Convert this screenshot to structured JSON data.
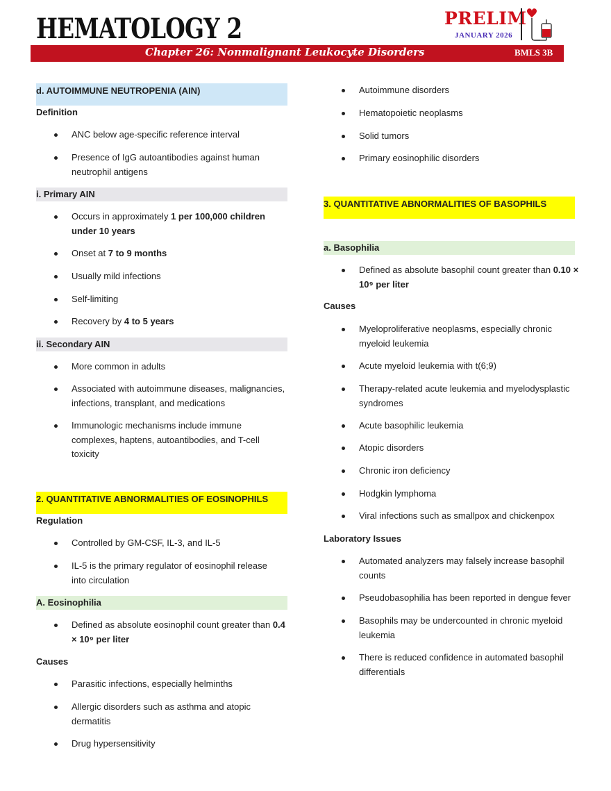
{
  "header": {
    "title": "HEMATOLOGY 2",
    "prelim": "PRELIM",
    "month": "JANUARY 2026",
    "chapter": "Chapter 26: Nonmalignant Leukocyte Disorders",
    "course": "BMLS 3B",
    "logo_icon": "heart-blood-bag-icon",
    "accent_color": "#c1121f"
  },
  "left": {
    "ain_heading": "d. AUTOIMMUNE NEUTROPENIA (AIN)",
    "definition_label": "Definition",
    "definition_items": [
      "ANC below age-specific reference interval",
      "Presence of IgG autoantibodies against human neutrophil antigens"
    ],
    "primary_heading": "i. Primary AIN",
    "primary_items": [
      {
        "pre": "Occurs in approximately ",
        "bold": "1 per 100,000 children under 10 years",
        "post": ""
      },
      {
        "pre": "Onset at ",
        "bold": "7 to 9 months",
        "post": ""
      },
      {
        "pre": "Usually mild infections",
        "bold": "",
        "post": ""
      },
      {
        "pre": "Self-limiting",
        "bold": "",
        "post": ""
      },
      {
        "pre": "Recovery by ",
        "bold": "4 to 5 years",
        "post": ""
      }
    ],
    "secondary_heading": "ii. Secondary AIN",
    "secondary_items": [
      "More common in adults",
      "Associated with autoimmune diseases, malignancies, infections, transplant, and medications",
      "Immunologic mechanisms include immune complexes, haptens, autoantibodies, and T-cell toxicity"
    ],
    "eos_heading": "2. QUANTITATIVE ABNORMALITIES OF EOSINOPHILS",
    "regulation_label": "Regulation",
    "regulation_items": [
      "Controlled by GM-CSF, IL-3, and IL-5",
      "IL-5 is the primary regulator of eosinophil release into circulation"
    ],
    "eosinophilia_heading": "A. Eosinophilia",
    "eosinophilia_def": {
      "pre": "Defined as absolute eosinophil count greater than ",
      "bold": "0.4 × 10⁹ per liter"
    },
    "causes_label": "Causes",
    "causes_items": [
      "Parasitic infections, especially helminths",
      "Allergic disorders such as asthma and atopic dermatitis",
      "Drug hypersensitivity"
    ]
  },
  "right": {
    "eos_causes_cont": [
      "Autoimmune disorders",
      "Hematopoietic neoplasms",
      "Solid tumors",
      "Primary eosinophilic disorders"
    ],
    "baso_heading": "3. QUANTITATIVE ABNORMALITIES OF BASOPHILS",
    "basophilia_heading": "a. Basophilia",
    "basophilia_def": {
      "pre": "Defined as absolute basophil count greater than ",
      "bold": "0.10 × 10⁹ per liter"
    },
    "causes_label": "Causes",
    "causes_items": [
      "Myeloproliferative neoplasms, especially chronic myeloid leukemia",
      "Acute myeloid leukemia with t(6;9)",
      "Therapy-related acute leukemia and myelodysplastic syndromes",
      "Acute basophilic leukemia",
      "Atopic disorders",
      "Chronic iron deficiency",
      "Hodgkin lymphoma",
      "Viral infections such as smallpox and chickenpox"
    ],
    "lab_label": "Laboratory Issues",
    "lab_items": [
      "Automated analyzers may falsely increase basophil counts",
      "Pseudobasophilia has been reported in dengue fever",
      "Basophils may be undercounted in chronic myeloid leukemia",
      "There is reduced confidence in automated basophil differentials"
    ]
  }
}
